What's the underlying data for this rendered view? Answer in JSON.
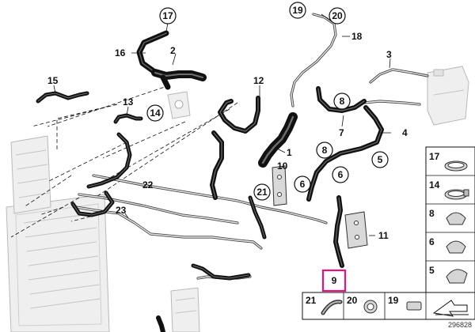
{
  "diagram": {
    "callouts": {
      "c1": "1",
      "c2": "2",
      "c3": "3",
      "c4": "4",
      "c5": "5",
      "c6a": "6",
      "c6b": "6",
      "c7": "7",
      "c8a": "8",
      "c8b": "8",
      "c9": "9",
      "c10": "10",
      "c11": "11",
      "c12": "12",
      "c13": "13",
      "c14": "14",
      "c15": "15",
      "c16": "16",
      "c17": "17",
      "c18": "18",
      "c19": "19",
      "c20": "20",
      "c21": "21",
      "c22": "22",
      "c23": "23"
    },
    "legend": {
      "r1": "17",
      "r2": "14",
      "r3": "8",
      "r4": "6",
      "r5": "5",
      "b1": "21",
      "b2": "20",
      "b3": "19"
    },
    "highlighted_part": "9",
    "highlight_color": "#e8127c",
    "diagram_number": "296828"
  }
}
